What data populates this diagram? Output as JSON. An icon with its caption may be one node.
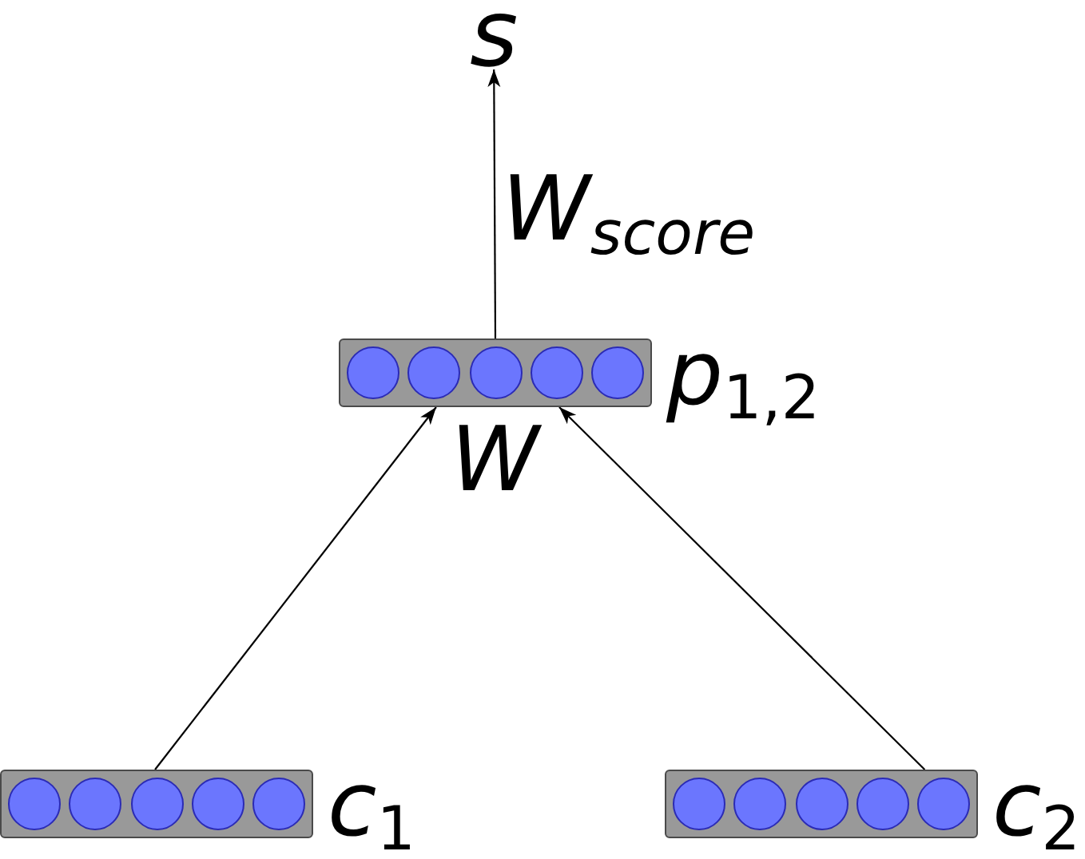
{
  "diagram": {
    "nodes": [
      {
        "text": [
          "s"
        ]
      },
      {
        "text": [
          "*p*$_{1,2}$"
        ]
      },
      {
        "text": [
          "*c*$_{1}$"
        ]
      },
      {
        "text": [
          "*c*$_{2}$"
        ]
      }
    ],
    "edges": [
      {
        "from": 1,
        "to": 0,
        "arrow": "to",
        "label": "W$_{score}$"
      },
      {
        "from": 2,
        "to": 1,
        "arrow": "to"
      },
      {
        "from": 3,
        "to": 1,
        "arrow": "to"
      }
    ],
    "labels": [
      "W"
    ]
  }
}
